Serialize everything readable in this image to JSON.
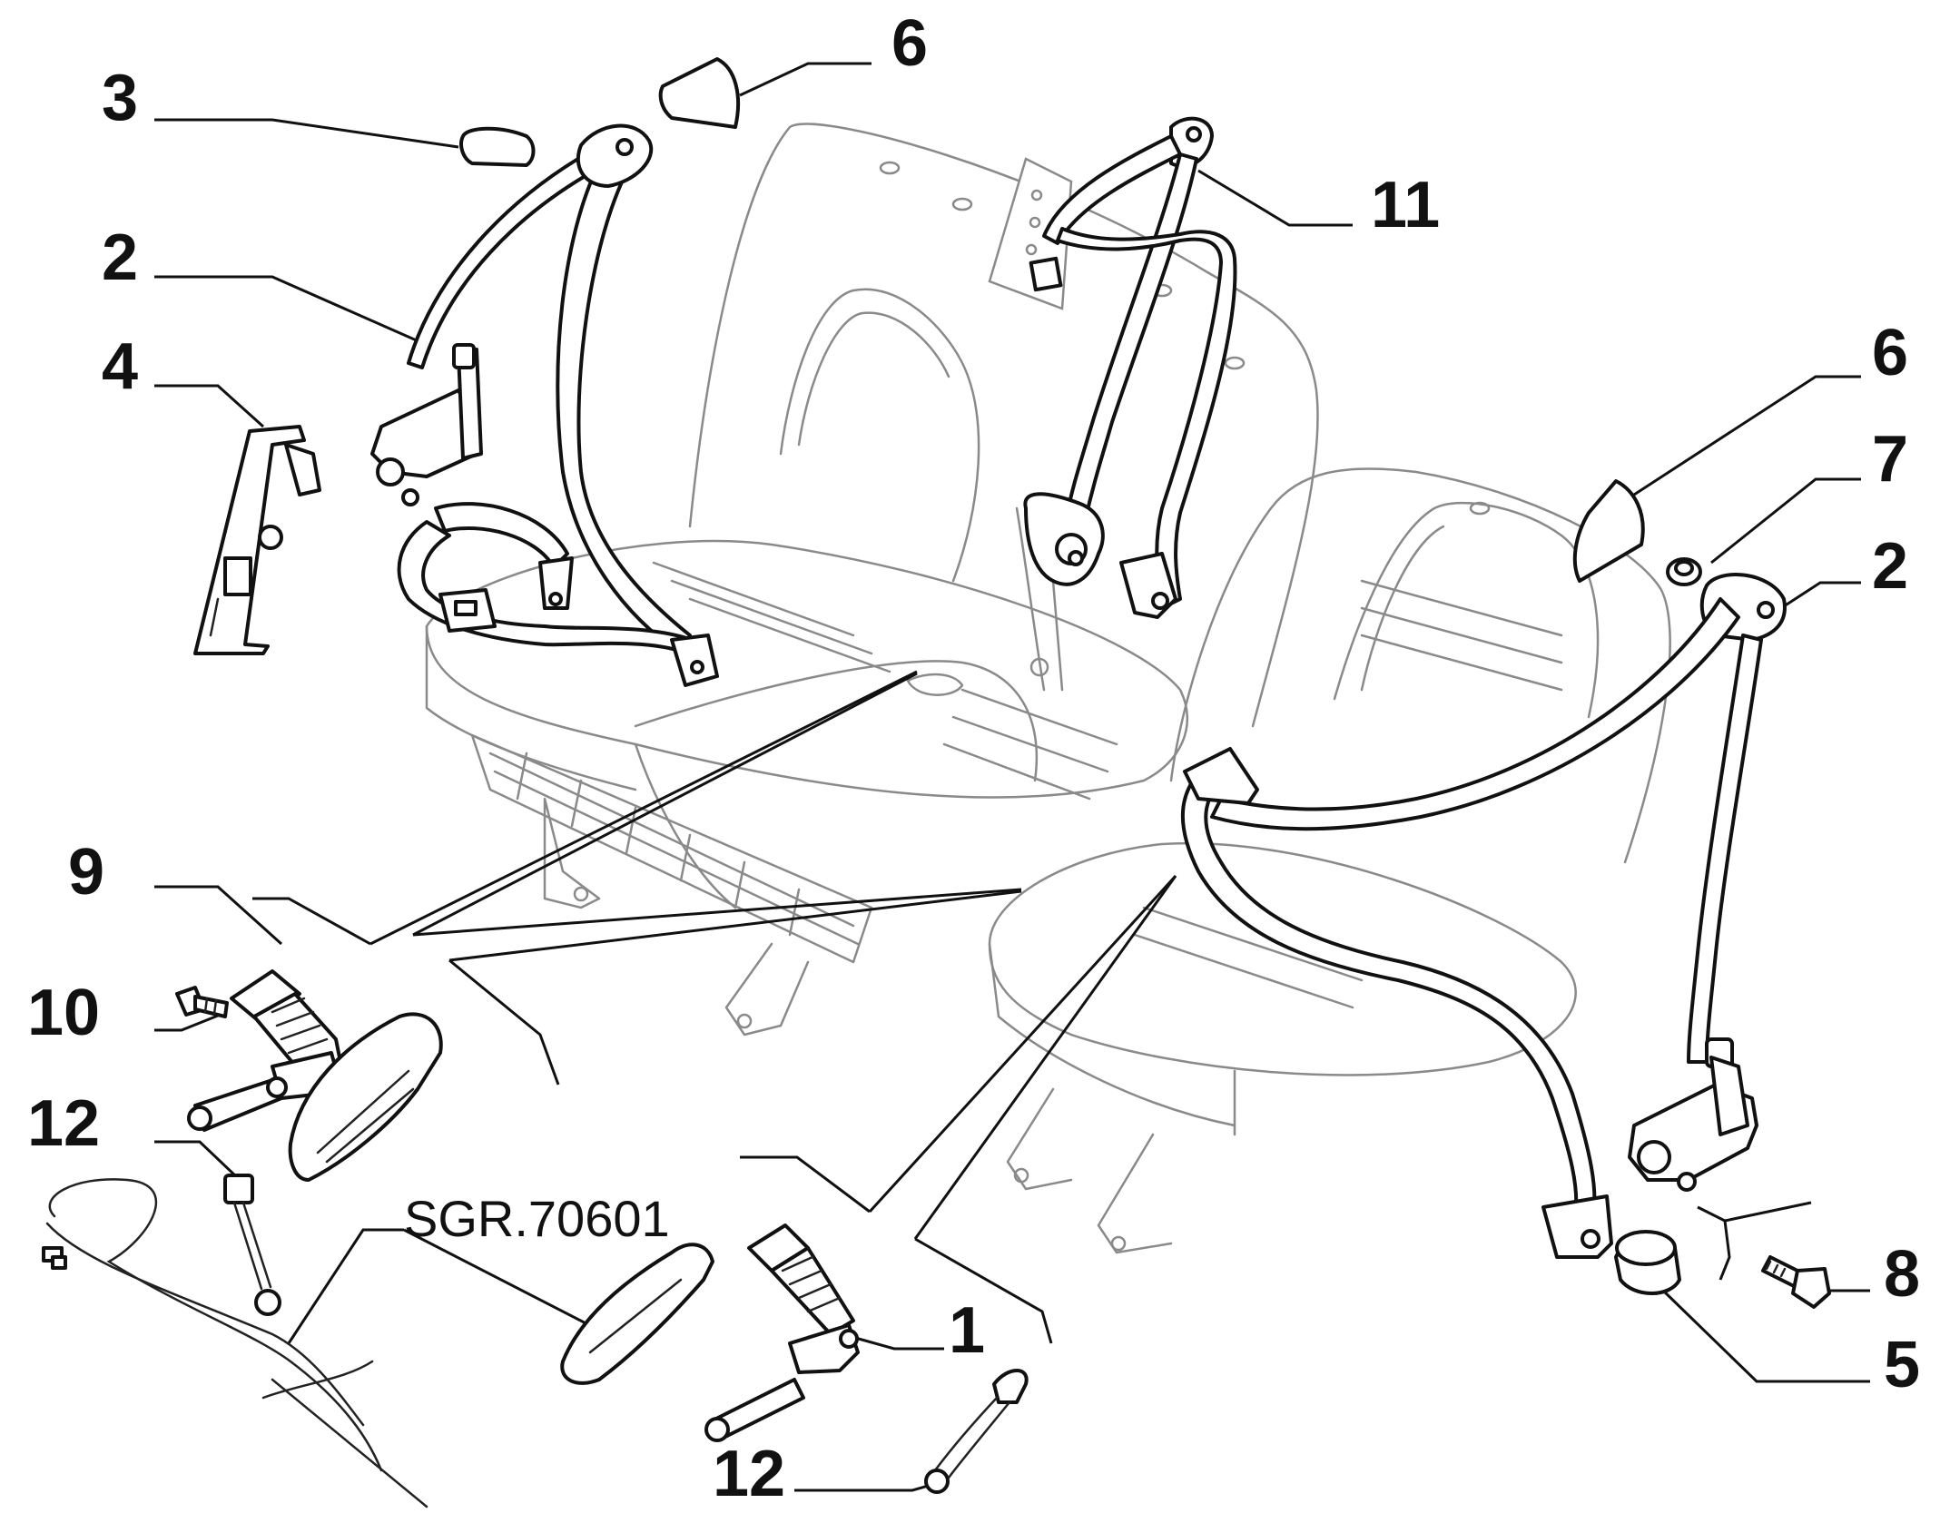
{
  "diagram": {
    "reference_code": "SGR.70601",
    "callouts": [
      {
        "id": "c-3",
        "label": "3"
      },
      {
        "id": "c-2-left",
        "label": "2"
      },
      {
        "id": "c-4",
        "label": "4"
      },
      {
        "id": "c-6-top",
        "label": "6"
      },
      {
        "id": "c-11",
        "label": "11"
      },
      {
        "id": "c-6-right",
        "label": "6"
      },
      {
        "id": "c-7",
        "label": "7"
      },
      {
        "id": "c-2-right",
        "label": "2"
      },
      {
        "id": "c-9",
        "label": "9"
      },
      {
        "id": "c-10",
        "label": "10"
      },
      {
        "id": "c-12-left",
        "label": "12"
      },
      {
        "id": "c-1",
        "label": "1"
      },
      {
        "id": "c-12-bottom",
        "label": "12"
      },
      {
        "id": "c-8",
        "label": "8"
      },
      {
        "id": "c-5",
        "label": "5"
      }
    ]
  },
  "colors": {
    "ink": "#111111",
    "seat_outline": "#8a8a8a",
    "background": "#ffffff"
  }
}
